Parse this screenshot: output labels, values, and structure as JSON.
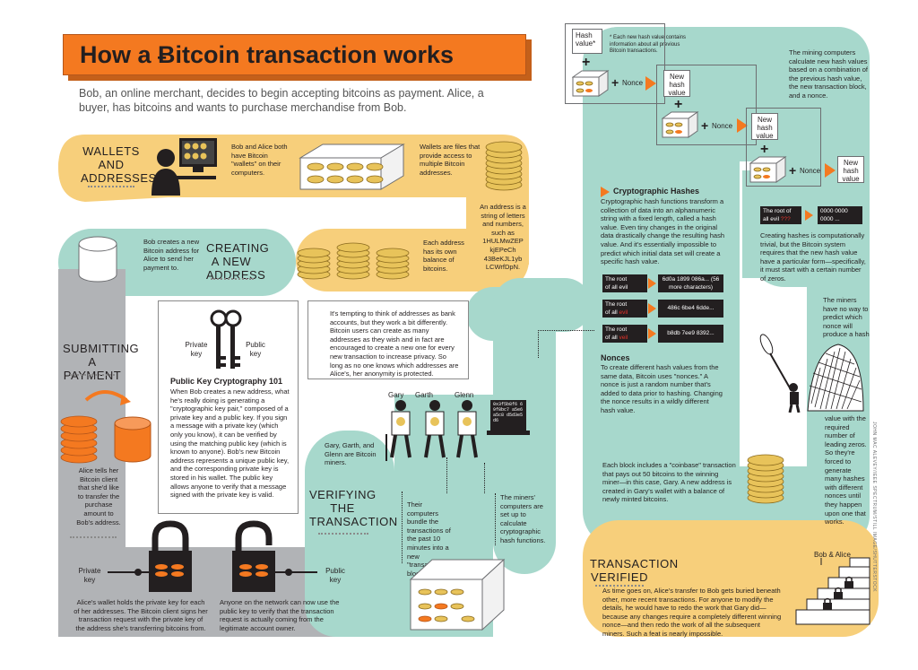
{
  "title": "How a Ƀitcoin transaction works",
  "intro": "Bob, an online merchant, decides to begin accepting bitcoins as payment. Alice, a buyer, has bitcoins and wants to purchase merchandise from Bob.",
  "wallets": {
    "heading": "WALLETS AND ADDRESSES",
    "bob_alice_text": "Bob and Alice both have Bitcoin \"wallets\" on their computers.",
    "files_text": "Wallets are files that provide access to multiple Bitcoin addresses.",
    "address_text": "An address is a string of letters and numbers, such as 1HULMwZEP kjEPeCh 43BeKJL1yb LCWrfDpN."
  },
  "creating": {
    "heading": "CREATING A NEW ADDRESS",
    "bob_text": "Bob creates a new Bitcoin address for Alice to send her payment to.",
    "balance_text": "Each address has its own balance of bitcoins."
  },
  "pkc": {
    "private_key": "Private key",
    "public_key": "Public key",
    "heading": "Public Key Cryptography 101",
    "body": "When Bob creates a new address, what he's really doing is generating a \"cryptographic key pair,\" composed of a private key and a public key. If you sign a message with a private key (which only you know), it can be verified by using the matching public key (which is known to anyone). Bob's new Bitcoin address represents a unique public key, and the corresponding private key is stored in his wallet. The public key allows anyone to verify that a message signed with the private key is valid."
  },
  "anonymity_text": "It's tempting to think of addresses as bank accounts, but they work a bit differently. Bitcoin users can create as many addresses as they wish and in fact are encouraged to create a new one for every new transaction to increase privacy. So long as no one knows which addresses are Alice's, her anonymity is protected.",
  "submitting": {
    "heading": "SUBMITTING A PAYMENT",
    "alice_text": "Alice tells her Bitcoin client that she'd like to transfer the purchase amount to Bob's address.",
    "private_key": "Private key",
    "public_key": "Public key",
    "wallet_text": "Alice's wallet holds the private key for each of her addresses. The Bitcoin client signs her transaction request with the private key of the address she's transferring bitcoins from.",
    "verify_text": "Anyone on the network can now use the public key to verify that the transaction request is actually coming from the legitimate account owner."
  },
  "verifying": {
    "heading": "VERIFYING THE TRANSACTION",
    "miners_text": "Gary, Garth, and Glenn are Bitcoin miners.",
    "names": [
      "Gary",
      "Garth",
      "Glenn"
    ],
    "bundle_text": "Their computers bundle the transactions of the past 10 minutes into a new \"transaction block.\"",
    "setup_text": "The miners' computers are set up to calculate cryptographic hash functions.",
    "screen_text": "0x3f5b8f6 69f8bc7 a5e6a5c8 d5d3e5d6"
  },
  "hashing": {
    "hash_value": "Hash value*",
    "footnote": "* Each new hash value contains information about all previous Bitcoin transactions.",
    "nonce": "Nonce",
    "new_hash": "New hash value",
    "mining_text": "The mining computers calculate new hash values based on a combination of the previous hash value, the new transaction block, and a nonce.",
    "crypto_heading": "Cryptographic Hashes",
    "crypto_text": "Cryptographic hash functions transform a collection of data into an alphanumeric string with a fixed length, called a hash value. Even tiny changes in the original data drastically change the resulting hash value. And it's essentially impossible to predict which initial data set will create a specific hash value.",
    "rows": [
      {
        "pre": "The root",
        "line2a": "of all ",
        "word": "evil",
        "hash": "6d0a 1899 086a... (56 more characters)"
      },
      {
        "pre": "The root",
        "line2a": "of all ",
        "word": "evil",
        "hash": "486c 6be4 6dde..."
      },
      {
        "pre": "The root",
        "line2a": "of all ",
        "word": "veil",
        "hash": "b8db 7ee9 8392..."
      }
    ],
    "nonces_heading": "Nonces",
    "nonces_text": "To create different hash values from the same data, Bitcoin uses \"nonces.\" A nonce is just a random number that's added to data prior to hashing. Changing the nonce results in a wildly different hash value.",
    "zero_key_a": "The root of",
    "zero_key_b": "all evil",
    "zero_key_c": "???",
    "zero_val": "0000 0000 0000 ...",
    "zeros_text": "Creating hashes is computationally trivial, but the Bitcoin system requires that the new hash value have a particular form—specifically, it must start with a certain number of zeros.",
    "miners_no_way": "The miners have no way to predict which nonce will produce a hash",
    "value_with": "value with the required number of leading zeros. So they're forced to generate many hashes with different nonces until they happen upon one that works."
  },
  "coinbase_text": "Each block includes a \"coinbase\" transaction that pays out 50 bitcoins to the winning miner—in this case, Gary. A new address is created in Gary's wallet with a balance of newly minted bitcoins.",
  "verified": {
    "heading": "TRANSACTION VERIFIED",
    "text": "As time goes on, Alice's transfer to Bob gets buried beneath other, more recent transactions. For anyone to modify the details, he would have to redo the work that Gary did—because any changes require a completely different winning nonce—and then redo the work of all the subsequent miners. Such a feat is nearly impossible.",
    "label": "Bob & Alice"
  },
  "credit": "JOHN MAC ALEVEY/IEEE SPECTRUM/STILL IMAGE/SHUTTERSTOCK",
  "colors": {
    "orange": "#f47920",
    "teal": "#a7d8cc",
    "yellow": "#f7cf7b",
    "gray": "#b1b3b6",
    "dark": "#231f20",
    "red": "#e6332a"
  }
}
